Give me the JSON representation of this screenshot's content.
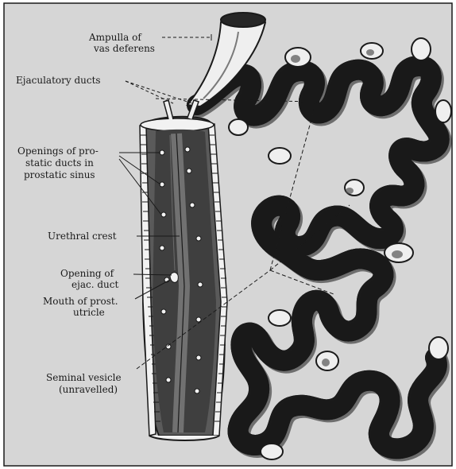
{
  "figure": {
    "labels": {
      "ampulla_line1": "Ampulla of",
      "ampulla_line2": "vas deferens",
      "ejaculatory_ducts": "Ejaculatory ducts",
      "openings_line1": "Openings of pro-",
      "openings_line2": "static ducts in",
      "openings_line3": "prostatic sinus",
      "urethral_crest": "Urethral crest",
      "opening_ejac_line1": "Opening of",
      "opening_ejac_line2": "ejac. duct",
      "mouth_line1": "Mouth of prost.",
      "mouth_line2": "utricle",
      "seminal_line1": "Seminal vesicle",
      "seminal_line2": "(unravelled)"
    },
    "colors": {
      "paper": "#d9d9d9",
      "ink": "#1a1a1a",
      "urethra_dark": "#3f3f3f",
      "urethra_mid": "#6a6a6a",
      "vesicle_fill": "#f2f2f2"
    }
  }
}
